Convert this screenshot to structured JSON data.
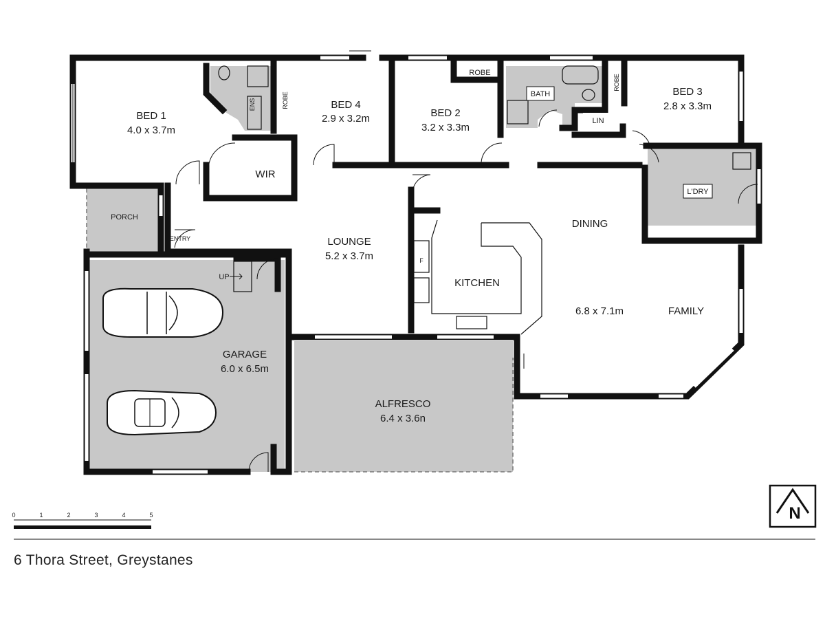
{
  "rooms": {
    "bed1": {
      "name": "BED 1",
      "size": "4.0 x 3.7m"
    },
    "bed4": {
      "name": "BED 4",
      "size": "2.9 x 3.2m"
    },
    "bed2": {
      "name": "BED 2",
      "size": "3.2 x 3.3m"
    },
    "bed3": {
      "name": "BED 3",
      "size": "2.8 x 3.3m"
    },
    "lounge": {
      "name": "LOUNGE",
      "size": "5.2 x 3.7m"
    },
    "garage": {
      "name": "GARAGE",
      "size": "6.0 x 6.5m"
    },
    "alfresco": {
      "name": "ALFRESCO",
      "size": "6.4 x 3.6n"
    },
    "kitchen": {
      "name": "KITCHEN"
    },
    "dining": {
      "name": "DINING"
    },
    "family": {
      "name": "FAMILY",
      "size": "6.8 x 7.1m"
    },
    "laundry": {
      "name": "L'DRY"
    },
    "bath": {
      "name": "BATH"
    },
    "wir": {
      "name": "WIR"
    },
    "ens": {
      "name": "ENS"
    },
    "lin": {
      "name": "LIN"
    },
    "porch": {
      "name": "PORCH"
    },
    "entry": {
      "name": "ENTRY"
    },
    "robe_bed4": {
      "name": "ROBE"
    },
    "robe_bed2": {
      "name": "ROBE"
    },
    "robe_bed3": {
      "name": "ROBE"
    }
  },
  "markers": {
    "up": "UP",
    "fridge": "F"
  },
  "scale_bar": {
    "ticks": [
      "0",
      "1",
      "2",
      "3",
      "4",
      "5"
    ]
  },
  "compass": {
    "letter": "N"
  },
  "address": "6 Thora Street, Greystanes",
  "colors": {
    "wall": "#111111",
    "wet_area": "#c8c8c8",
    "background": "#ffffff"
  }
}
